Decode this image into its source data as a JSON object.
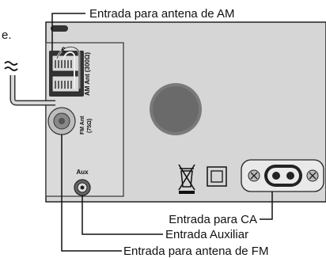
{
  "top_left_text": "e.",
  "callouts": {
    "am_antenna": "Entrada para antena de AM",
    "ac_input": "Entrada para CA",
    "aux_input": "Entrada Auxiliar",
    "fm_antenna": "Entrada para antena de FM"
  },
  "panel_labels": {
    "am_ant": "AM Ant (300Ω)",
    "fm_ant": "FM Ant",
    "fm_ohm": "(75Ω)",
    "aux": "Aux"
  },
  "icons": [
    "wave-symbol-icon",
    "crossed-bin-icon",
    "double-square-icon",
    "ac-socket-icon",
    "screw-icon"
  ],
  "colors": {
    "panel": "#d9d9d9",
    "chassis": "#d6d6d6",
    "line": "#111111",
    "dark": "#4a4a4a"
  }
}
